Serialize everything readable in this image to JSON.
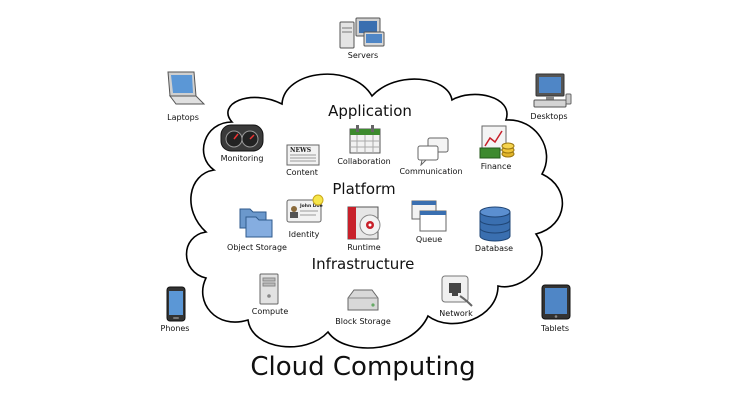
{
  "title": "Cloud Computing",
  "sections": {
    "application": "Application",
    "platform": "Platform",
    "infrastructure": "Infrastructure"
  },
  "clients": {
    "servers": "Servers",
    "laptops": "Laptops",
    "desktops": "Desktops",
    "phones": "Phones",
    "tablets": "Tablets"
  },
  "application_items": {
    "monitoring": "Monitoring",
    "content": "Content",
    "collaboration": "Collaboration",
    "communication": "Communication",
    "finance": "Finance"
  },
  "platform_items": {
    "object_storage": "Object Storage",
    "identity": "Identity",
    "runtime": "Runtime",
    "queue": "Queue",
    "database": "Database"
  },
  "infrastructure_items": {
    "compute": "Compute",
    "block_storage": "Block Storage",
    "network": "Network"
  },
  "icon_text": {
    "news": "NEWS",
    "identity_card_name": "John Doe"
  },
  "colors": {
    "cloud_stroke": "#000000",
    "cloud_fill": "#ffffff",
    "accent_blue": "#3a6fb0",
    "accent_green": "#3d8a2e",
    "accent_red": "#c8202a"
  }
}
